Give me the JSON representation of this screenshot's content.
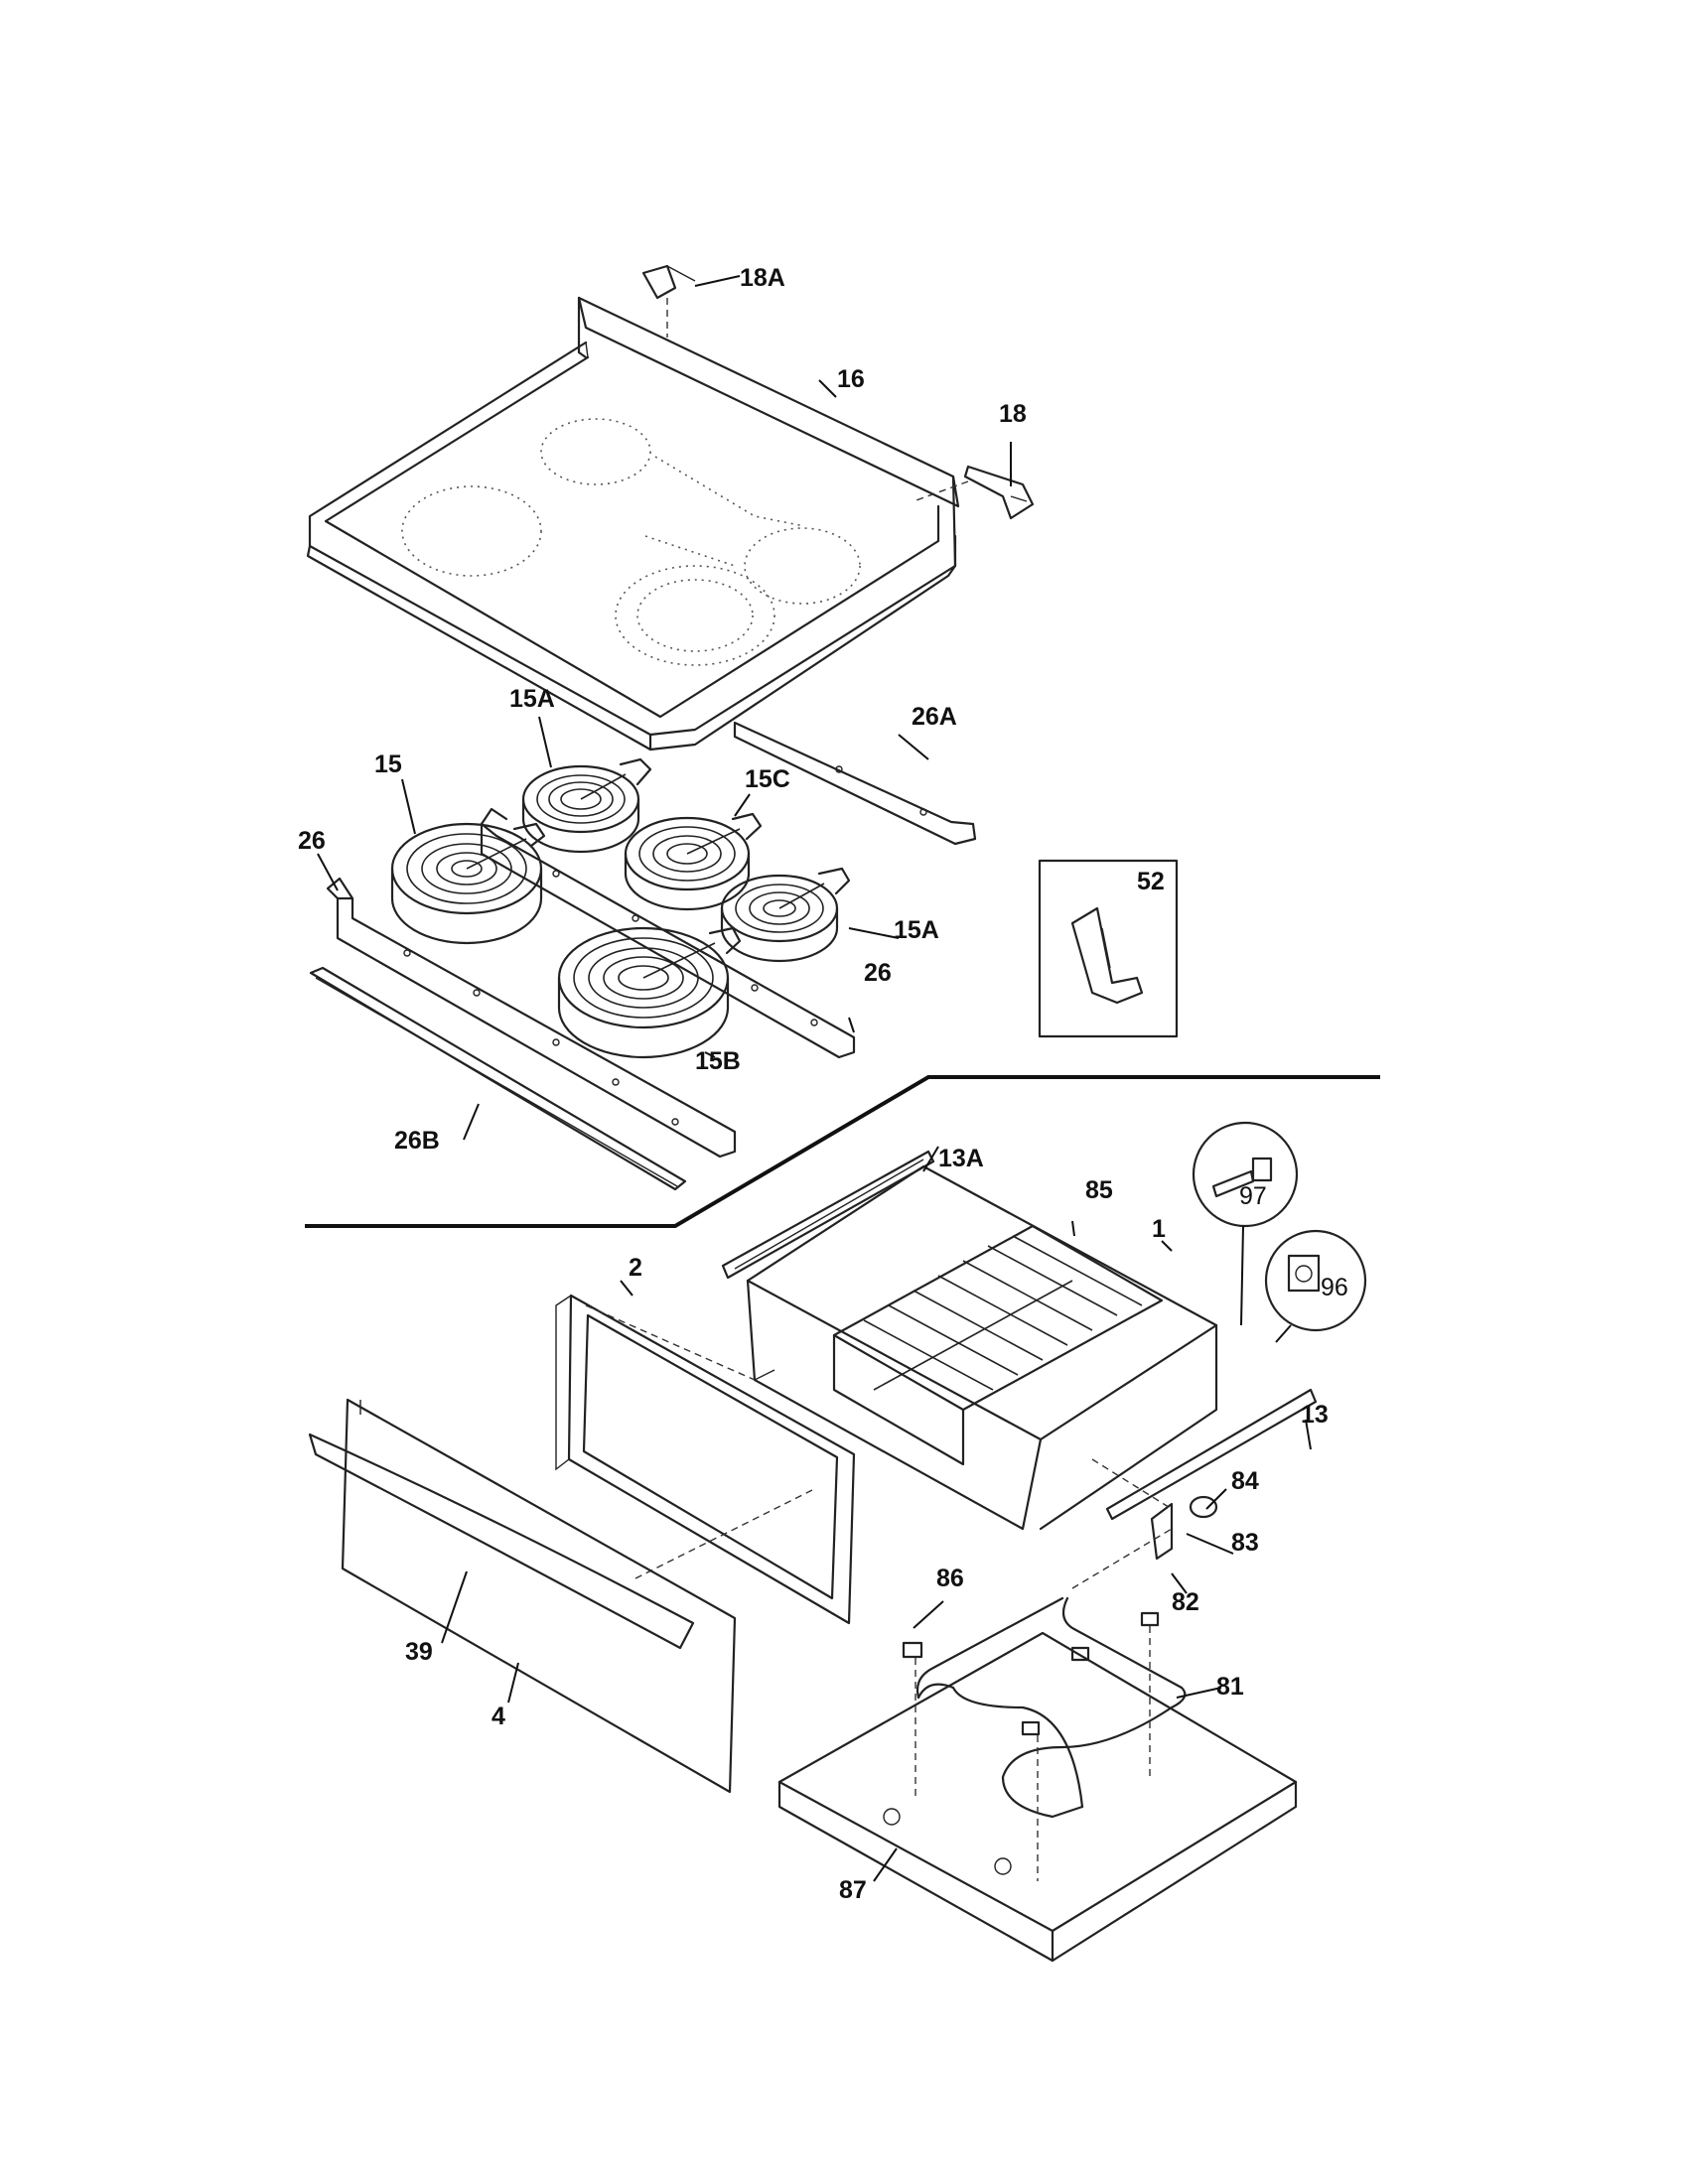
{
  "diagram": {
    "callouts": {
      "c18A": "18A",
      "c16": "16",
      "c18": "18",
      "c26A": "26A",
      "c15A_top": "15A",
      "c15": "15",
      "c15C": "15C",
      "c26_left": "26",
      "c52": "52",
      "c15A_right": "15A",
      "c26_right": "26",
      "c15B": "15B",
      "c26B": "26B",
      "c13A": "13A",
      "c85": "85",
      "c97": "97",
      "c1": "1",
      "c2": "2",
      "c96": "96",
      "c13": "13",
      "c84": "84",
      "c83": "83",
      "c86": "86",
      "c82": "82",
      "c39": "39",
      "c81": "81",
      "c4": "4",
      "c87": "87"
    }
  }
}
